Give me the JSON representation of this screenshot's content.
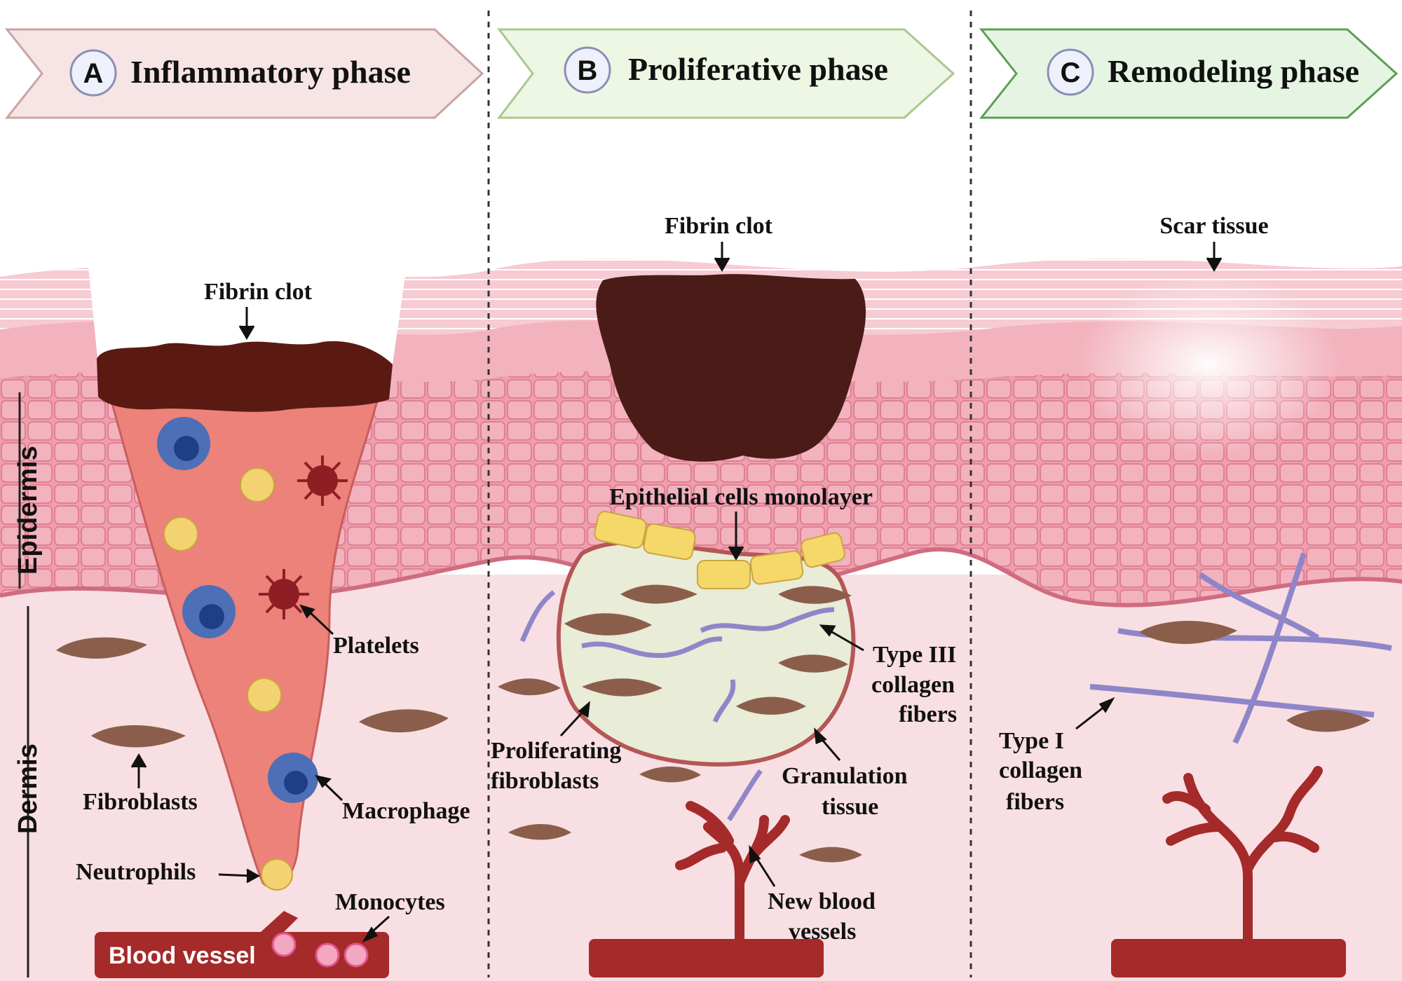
{
  "phases": [
    {
      "letter": "A",
      "title": "Inflammatory phase"
    },
    {
      "letter": "B",
      "title": "Proliferative phase"
    },
    {
      "letter": "C",
      "title": "Remodeling phase"
    }
  ],
  "layers": {
    "epidermis": "Epidermis",
    "dermis": "Dermis"
  },
  "panel_a": {
    "fibrin_clot": "Fibrin clot",
    "platelets": "Platelets",
    "fibroblasts": "Fibroblasts",
    "macrophage": "Macrophage",
    "neutrophils": "Neutrophils",
    "monocytes": "Monocytes",
    "blood_vessel": "Blood vessel"
  },
  "panel_b": {
    "fibrin_clot": "Fibrin clot",
    "epithelial": "Epithelial cells monolayer",
    "type3": [
      "Type III",
      "collagen",
      "fibers"
    ],
    "proliferating": [
      "Proliferating",
      "fibroblasts"
    ],
    "granulation": [
      "Granulation",
      "tissue"
    ],
    "new_vessels": [
      "New blood",
      "vessels"
    ]
  },
  "panel_c": {
    "scar": "Scar tissue",
    "type1": [
      "Type I",
      "collagen",
      "fibers"
    ]
  },
  "colors": {
    "phase_a_fill": "#f7e4e4",
    "phase_a_stroke": "#c9a3a3",
    "phase_b_fill": "#eef6e4",
    "phase_b_stroke": "#a8c98e",
    "phase_c_fill": "#e6f4e4",
    "phase_c_stroke": "#5e9e55",
    "skin_top": "#f4c6cf",
    "epidermis": "#e88fa0",
    "dermis": "#f8dfe3",
    "wound": "#ec8279",
    "clot": "#5a1a12",
    "vessel": "#a52a2a",
    "fibroblast": "#8b5e4b",
    "collagen": "#8f86c9"
  }
}
